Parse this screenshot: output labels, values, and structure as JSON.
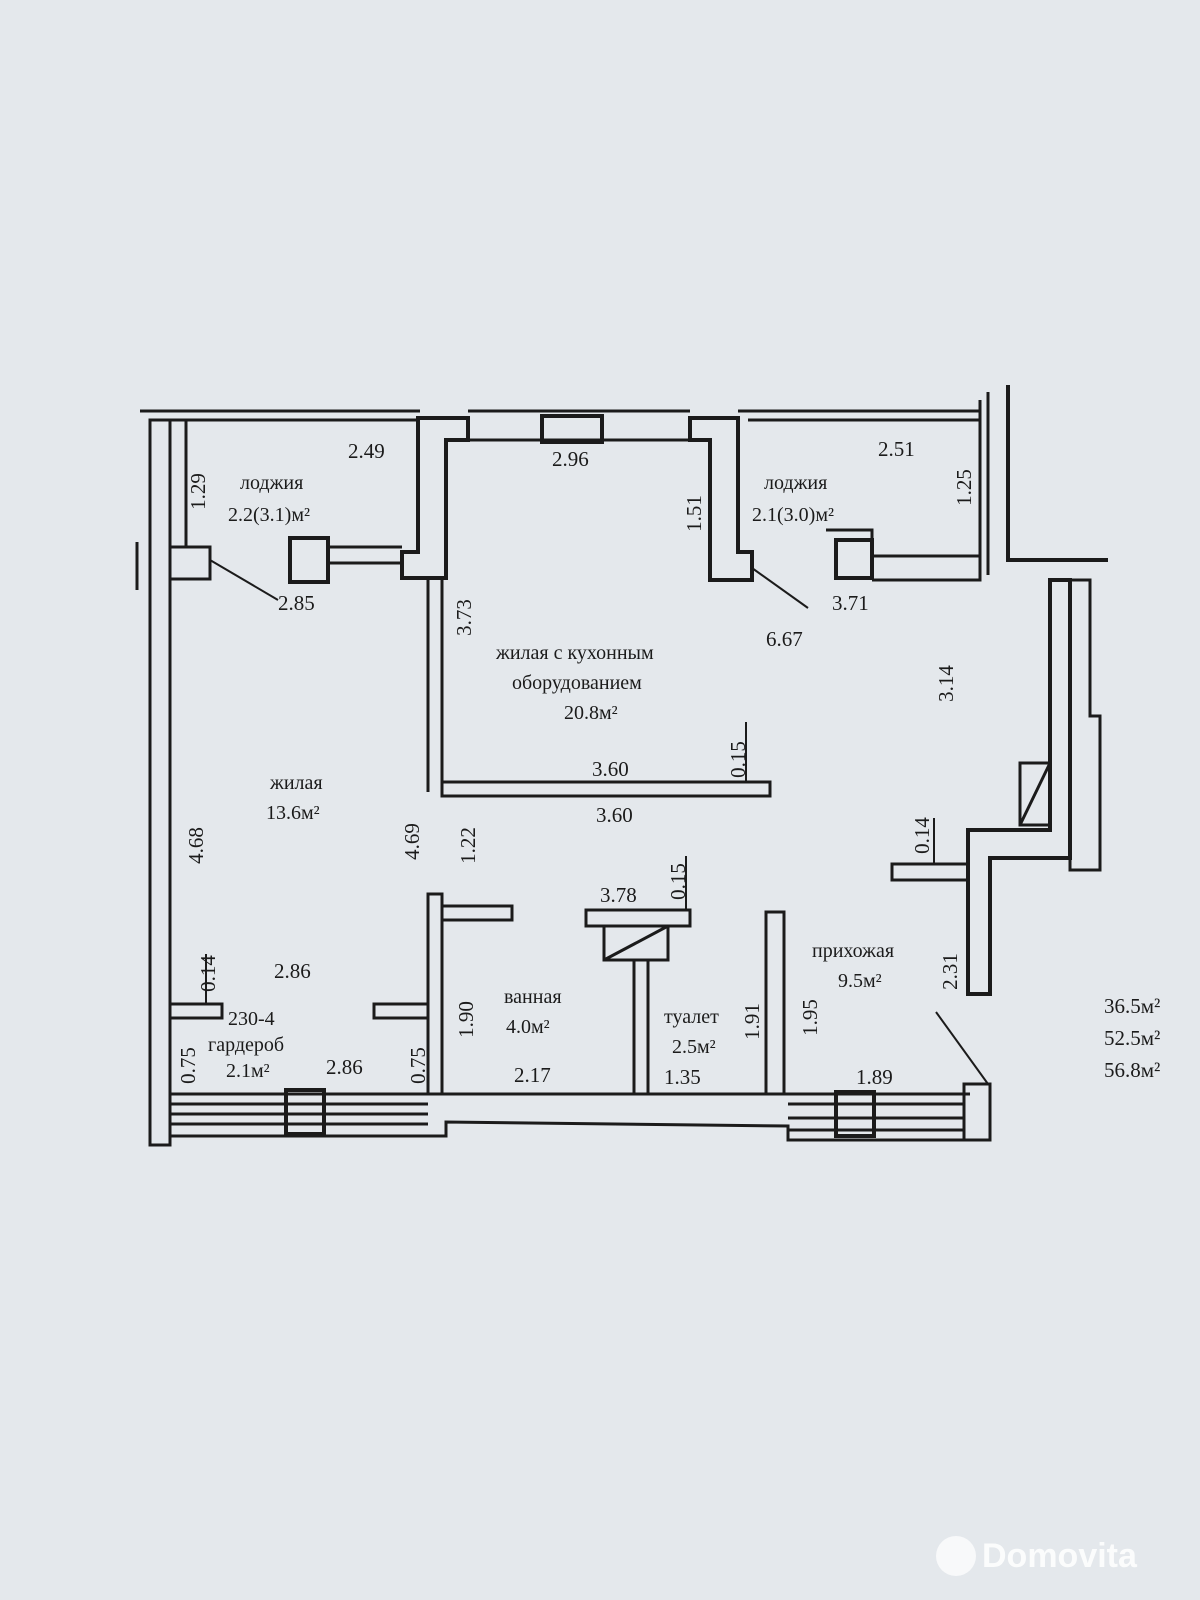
{
  "plan_code": "230-4",
  "rooms": {
    "loggia_left": {
      "name": "лоджия",
      "area": "2.2(3.1)м²"
    },
    "loggia_right": {
      "name": "лоджия",
      "area": "2.1(3.0)м²"
    },
    "kitchen_living": {
      "name_line1": "жилая с кухонным",
      "name_line2": "оборудованием",
      "area": "20.8м²"
    },
    "living": {
      "name": "жилая",
      "area": "13.6м²"
    },
    "wardrobe": {
      "name": "гардероб",
      "area": "2.1м²"
    },
    "bathroom": {
      "name": "ванная",
      "area": "4.0м²"
    },
    "toilet": {
      "name": "туалет",
      "area": "2.5м²"
    },
    "hall": {
      "name": "прихожая",
      "area": "9.5м²"
    }
  },
  "dimensions": {
    "d_2_49": "2.49",
    "d_1_29": "1.29",
    "d_2_96": "2.96",
    "d_1_51": "1.51",
    "d_2_51": "2.51",
    "d_1_25": "1.25",
    "d_2_85": "2.85",
    "d_3_71": "3.71",
    "d_3_73": "3.73",
    "d_6_67": "6.67",
    "d_3_14": "3.14",
    "d_0_15_a": "0.15",
    "d_3_60_a": "3.60",
    "d_3_60_b": "3.60",
    "d_4_68": "4.68",
    "d_4_69": "4.69",
    "d_1_22": "1.22",
    "d_0_14_a": "0.14",
    "d_3_78": "3.78",
    "d_0_15_b": "0.15",
    "d_0_14_b": "0.14",
    "d_2_86_a": "2.86",
    "d_2_31": "2.31",
    "d_1_90": "1.90",
    "d_1_91": "1.91",
    "d_1_95": "1.95",
    "d_0_75_a": "0.75",
    "d_2_86_b": "2.86",
    "d_0_75_b": "0.75",
    "d_2_17": "2.17",
    "d_1_35": "1.35",
    "d_1_89": "1.89"
  },
  "totals": [
    "36.5м²",
    "52.5м²",
    "56.8м²"
  ],
  "watermark": "Domovita"
}
